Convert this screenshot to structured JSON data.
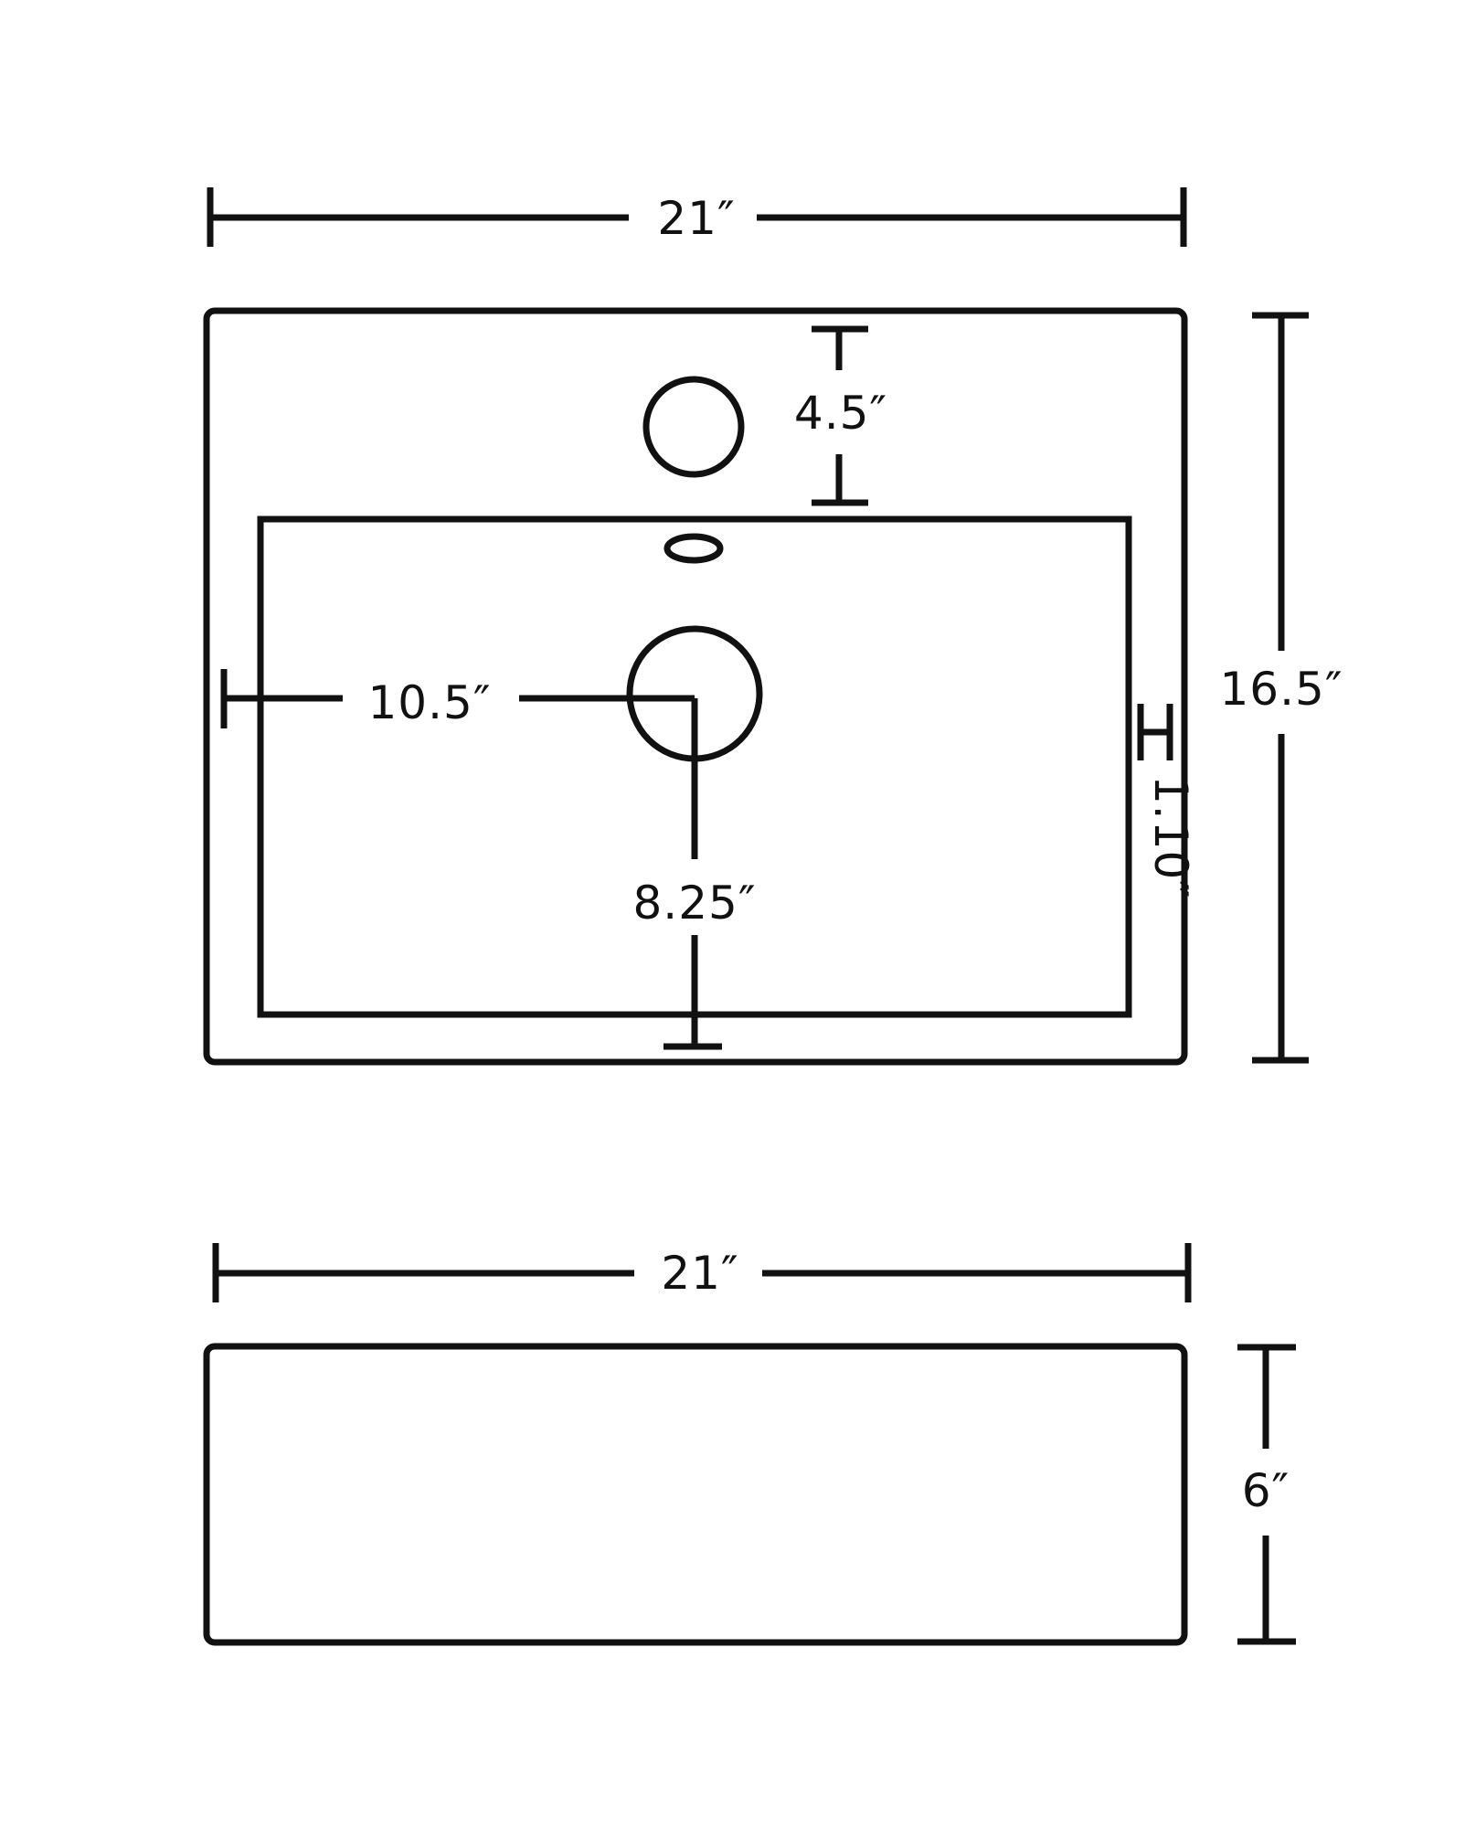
{
  "diagram": {
    "top_view": {
      "overall_width": "21″",
      "overall_depth": "16.5″",
      "faucet_hole_to_bowl": "4.5″",
      "drain_from_left": "10.5″",
      "drain_from_front": "8.25″",
      "bowl_side_wall": "1.10″"
    },
    "front_view": {
      "overall_width": "21″",
      "height": "6″"
    }
  },
  "colors": {
    "line": "#111111",
    "background": "#ffffff"
  }
}
